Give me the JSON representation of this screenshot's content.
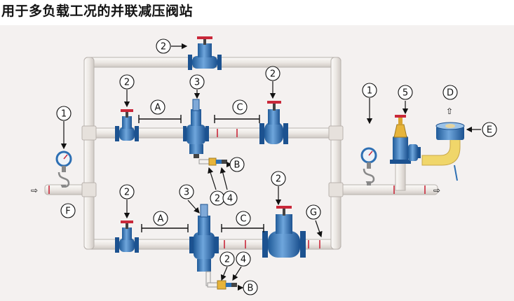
{
  "title": "用于多负载工况的并联减压阀站",
  "callouts": {
    "n1": "1",
    "n2": "2",
    "n3": "3",
    "n4": "4",
    "n5": "5",
    "A": "A",
    "B": "B",
    "C": "C",
    "D": "D",
    "E": "E",
    "F": "F",
    "G": "G"
  },
  "flow_arrows": {
    "inlet": "⇨",
    "outlet": "⇨",
    "vent": "⇧"
  },
  "colors": {
    "pipe_fill": "#f3f0ed",
    "pipe_edge": "#b9b3ae",
    "valve_body": "#2d6fb3",
    "valve_light": "#8fbde8",
    "handwheel": "#c9283a",
    "flange_ring": "#c9283a",
    "brass": "#e7b43a",
    "ps_yellow": "#f0d66a",
    "panel_bg": "#f4f1f0"
  }
}
